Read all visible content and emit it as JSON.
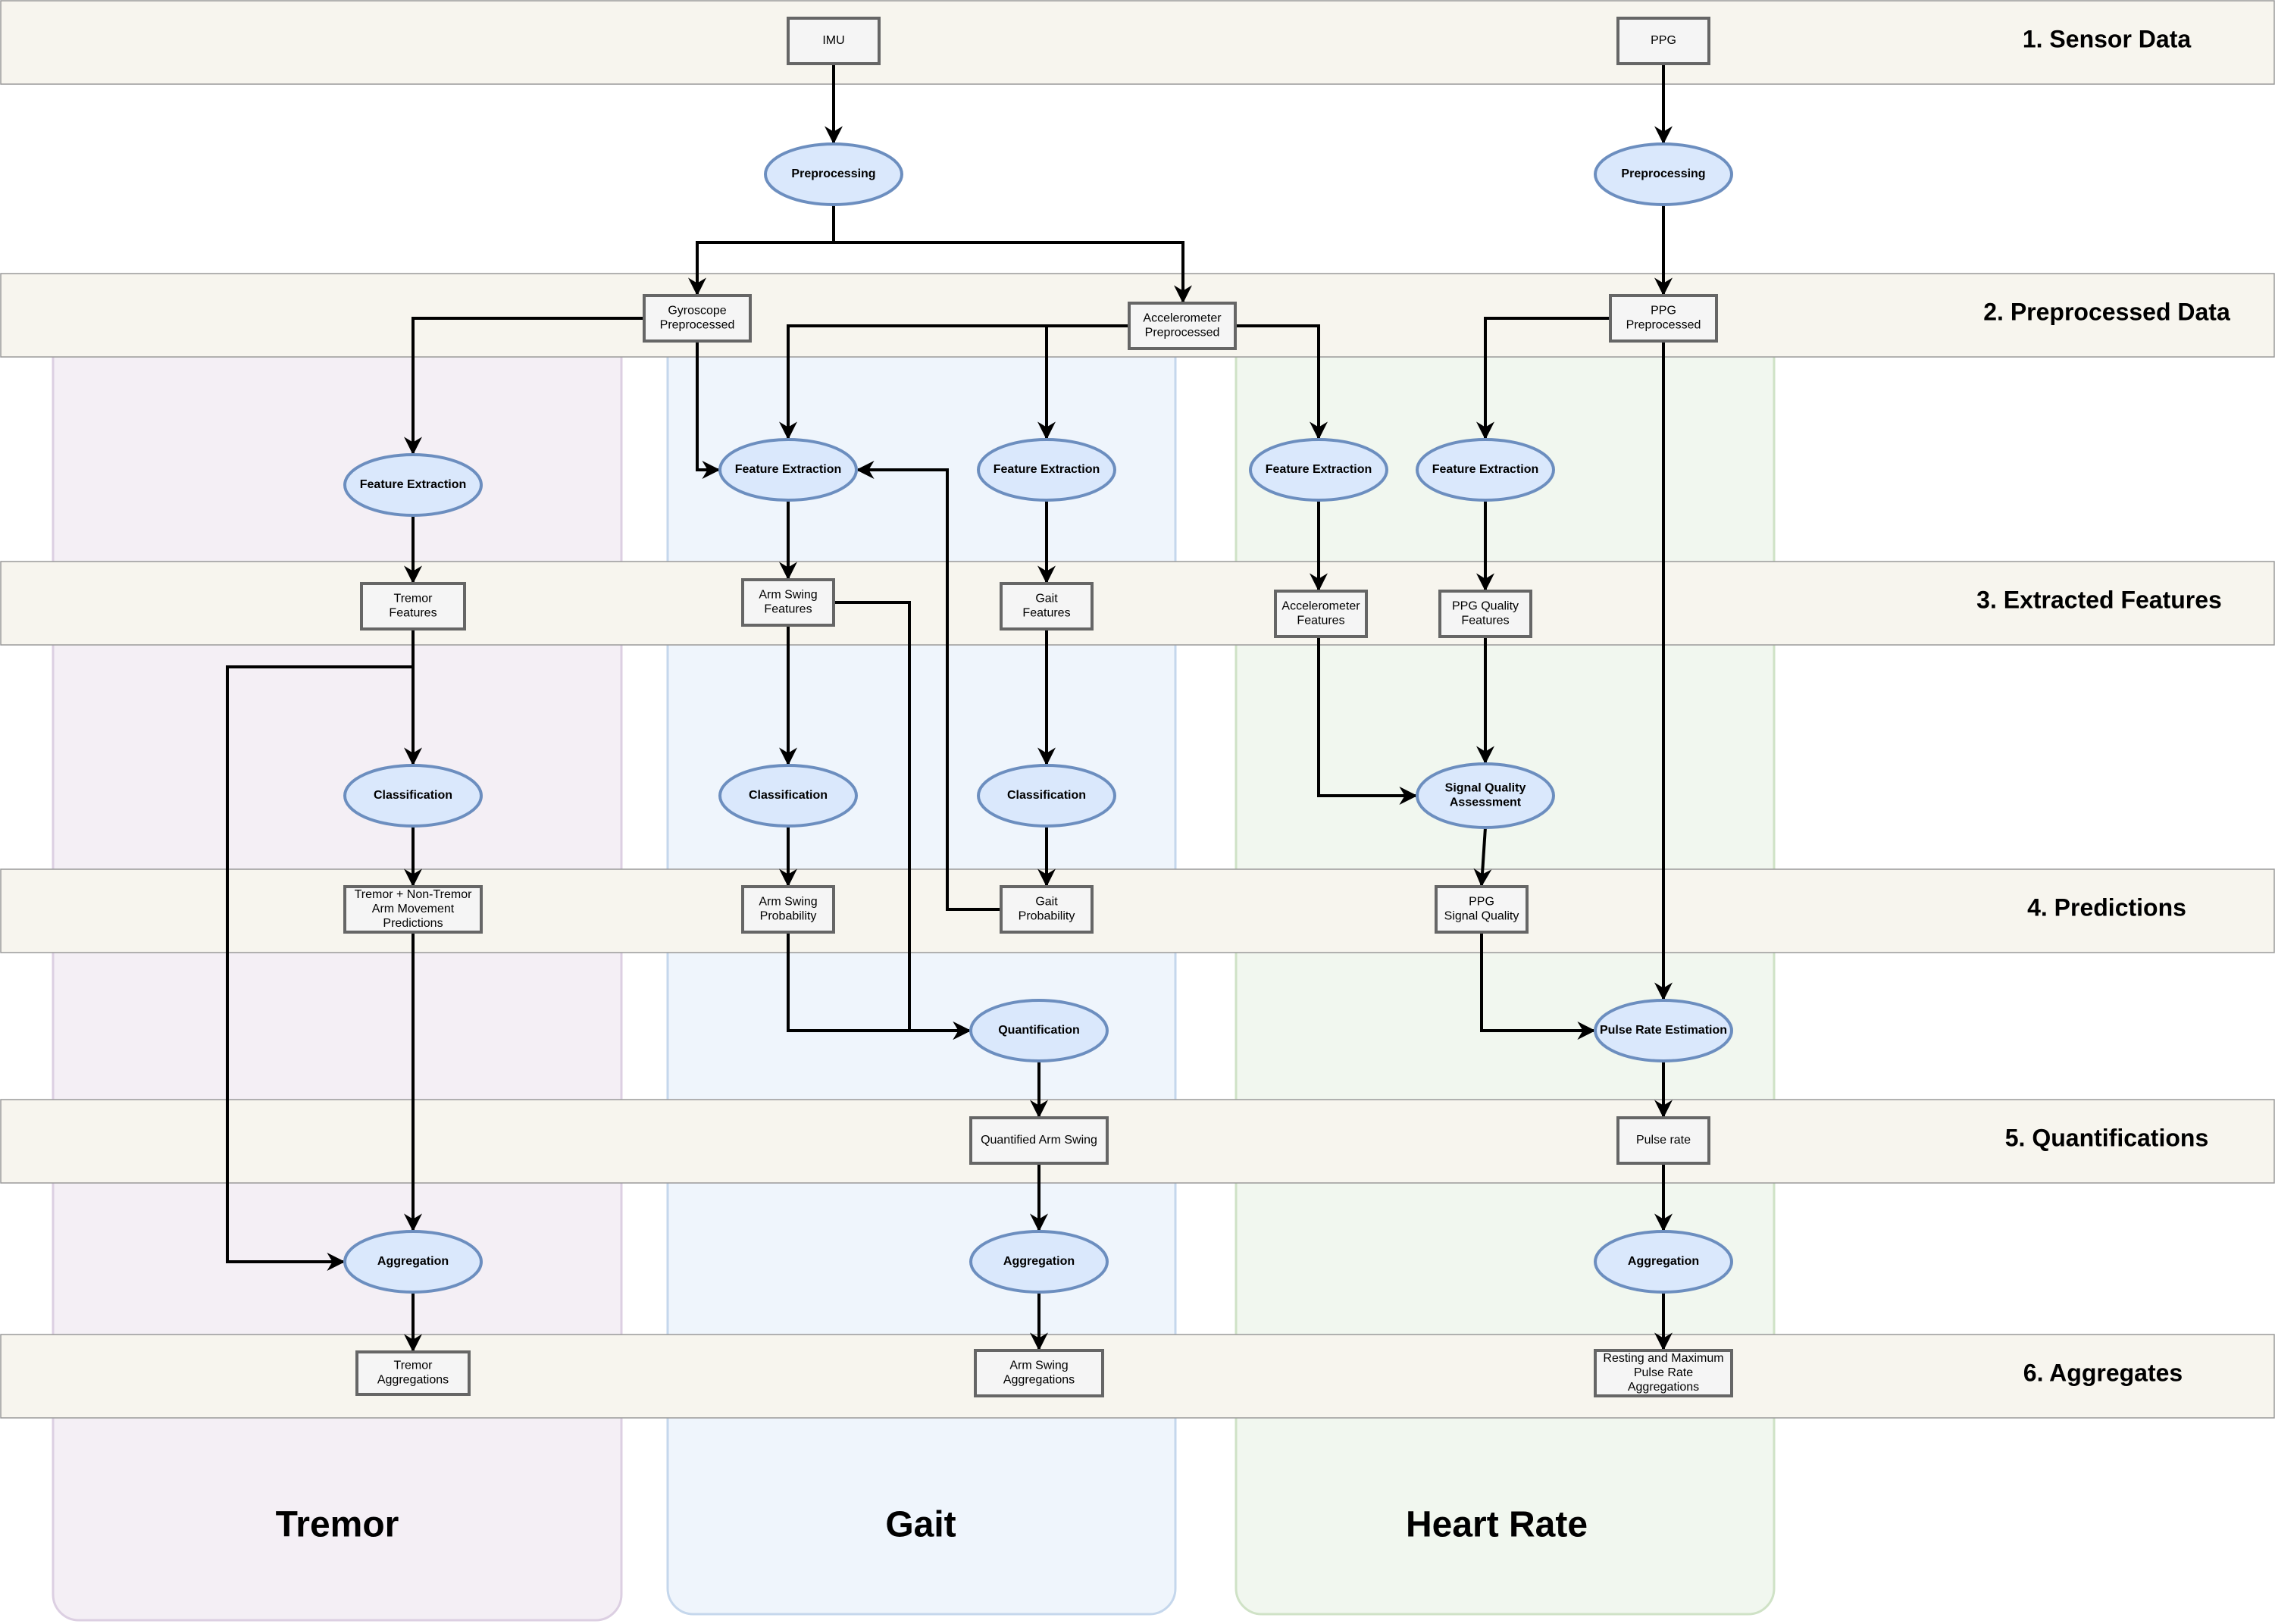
{
  "colors": {
    "tremor_fill": "#f4eff5",
    "tremor_stroke": "#dccfe2",
    "gait_fill": "#eff5fc",
    "gait_stroke": "#c5d7ec",
    "heart_fill": "#f1f7ef",
    "heart_stroke": "#cfe2c6",
    "band_fill": "#f7f5ee",
    "band_stroke": "#9a9a9a",
    "box_fill": "#f5f5f5",
    "box_stroke": "#666666",
    "ellipse_fill": "#dae8fc",
    "ellipse_stroke": "#6c8ebf",
    "edge": "#000000"
  },
  "columns": [
    {
      "id": "tremor",
      "label": "Tremor"
    },
    {
      "id": "gait",
      "label": "Gait"
    },
    {
      "id": "heart",
      "label": "Heart Rate"
    }
  ],
  "bands": [
    {
      "id": "sensor",
      "label": "1. Sensor Data"
    },
    {
      "id": "preprocessed",
      "label": "2. Preprocessed Data"
    },
    {
      "id": "features",
      "label": "3. Extracted Features"
    },
    {
      "id": "predictions",
      "label": "4. Predictions"
    },
    {
      "id": "quantifications",
      "label": "5. Quantifications"
    },
    {
      "id": "aggregates",
      "label": "6. Aggregates"
    }
  ],
  "nodes": [
    {
      "id": "imu",
      "shape": "box",
      "lines": [
        "IMU"
      ]
    },
    {
      "id": "ppg",
      "shape": "box",
      "lines": [
        "PPG"
      ]
    },
    {
      "id": "prep_imu",
      "shape": "ellipse",
      "lines": [
        "Preprocessing"
      ]
    },
    {
      "id": "prep_ppg",
      "shape": "ellipse",
      "lines": [
        "Preprocessing"
      ]
    },
    {
      "id": "gyro_prep",
      "shape": "box",
      "lines": [
        "Gyroscope",
        "Preprocessed"
      ]
    },
    {
      "id": "acc_prep",
      "shape": "box",
      "lines": [
        "Accelerometer",
        "Preprocessed"
      ]
    },
    {
      "id": "ppg_prep",
      "shape": "box",
      "lines": [
        "PPG",
        "Preprocessed"
      ]
    },
    {
      "id": "fe_tremor",
      "shape": "ellipse",
      "lines": [
        "Feature Extraction"
      ]
    },
    {
      "id": "fe_armswing",
      "shape": "ellipse",
      "lines": [
        "Feature Extraction"
      ]
    },
    {
      "id": "fe_gait",
      "shape": "ellipse",
      "lines": [
        "Feature Extraction"
      ]
    },
    {
      "id": "fe_acc",
      "shape": "ellipse",
      "lines": [
        "Feature Extraction"
      ]
    },
    {
      "id": "fe_ppg",
      "shape": "ellipse",
      "lines": [
        "Feature Extraction"
      ]
    },
    {
      "id": "tremor_feat",
      "shape": "box",
      "lines": [
        "Tremor",
        "Features"
      ]
    },
    {
      "id": "armswing_feat",
      "shape": "box",
      "lines": [
        "Arm Swing",
        "Features"
      ]
    },
    {
      "id": "gait_feat",
      "shape": "box",
      "lines": [
        "Gait",
        "Features"
      ]
    },
    {
      "id": "acc_feat",
      "shape": "box",
      "lines": [
        "Accelerometer",
        "Features"
      ]
    },
    {
      "id": "ppgq_feat",
      "shape": "box",
      "lines": [
        "PPG Quality",
        "Features"
      ]
    },
    {
      "id": "cls_tremor",
      "shape": "ellipse",
      "lines": [
        "Classification"
      ]
    },
    {
      "id": "cls_armswing",
      "shape": "ellipse",
      "lines": [
        "Classification"
      ]
    },
    {
      "id": "cls_gait",
      "shape": "ellipse",
      "lines": [
        "Classification"
      ]
    },
    {
      "id": "sqa",
      "shape": "ellipse",
      "lines": [
        "Signal Quality",
        "Assessment"
      ]
    },
    {
      "id": "tremor_pred",
      "shape": "box",
      "lines": [
        "Tremor + Non-Tremor",
        "Arm Movement",
        "Predictions"
      ]
    },
    {
      "id": "armswing_prob",
      "shape": "box",
      "lines": [
        "Arm Swing",
        "Probability"
      ]
    },
    {
      "id": "gait_prob",
      "shape": "box",
      "lines": [
        "Gait",
        "Probability"
      ]
    },
    {
      "id": "ppg_sq",
      "shape": "box",
      "lines": [
        "PPG",
        "Signal Quality"
      ]
    },
    {
      "id": "quant",
      "shape": "ellipse",
      "lines": [
        "Quantification"
      ]
    },
    {
      "id": "pre",
      "shape": "ellipse",
      "lines": [
        "Pulse Rate Estimation"
      ]
    },
    {
      "id": "quant_arm",
      "shape": "box",
      "lines": [
        "Quantified Arm Swing"
      ]
    },
    {
      "id": "pulse",
      "shape": "box",
      "lines": [
        "Pulse rate"
      ]
    },
    {
      "id": "agg_tremor",
      "shape": "ellipse",
      "lines": [
        "Aggregation"
      ]
    },
    {
      "id": "agg_gait",
      "shape": "ellipse",
      "lines": [
        "Aggregation"
      ]
    },
    {
      "id": "agg_hr",
      "shape": "ellipse",
      "lines": [
        "Aggregation"
      ]
    },
    {
      "id": "tremor_agg",
      "shape": "box",
      "lines": [
        "Tremor",
        "Aggregations"
      ]
    },
    {
      "id": "armswing_agg",
      "shape": "box",
      "lines": [
        "Arm Swing",
        "Aggregations"
      ]
    },
    {
      "id": "hr_agg",
      "shape": "box",
      "lines": [
        "Resting and Maximum",
        "Pulse Rate",
        "Aggregations"
      ]
    }
  ],
  "edges": [
    {
      "from": "imu",
      "to": "prep_imu"
    },
    {
      "from": "ppg",
      "to": "prep_ppg"
    },
    {
      "from": "prep_imu",
      "to": "gyro_prep"
    },
    {
      "from": "prep_imu",
      "to": "acc_prep"
    },
    {
      "from": "prep_ppg",
      "to": "ppg_prep"
    },
    {
      "from": "gyro_prep",
      "to": "fe_tremor"
    },
    {
      "from": "gyro_prep",
      "to": "fe_armswing"
    },
    {
      "from": "acc_prep",
      "to": "fe_armswing"
    },
    {
      "from": "acc_prep",
      "to": "fe_gait"
    },
    {
      "from": "acc_prep",
      "to": "fe_acc"
    },
    {
      "from": "ppg_prep",
      "to": "fe_ppg"
    },
    {
      "from": "ppg_prep",
      "to": "pre"
    },
    {
      "from": "fe_tremor",
      "to": "tremor_feat"
    },
    {
      "from": "fe_armswing",
      "to": "armswing_feat"
    },
    {
      "from": "fe_gait",
      "to": "gait_feat"
    },
    {
      "from": "fe_acc",
      "to": "acc_feat"
    },
    {
      "from": "fe_ppg",
      "to": "ppgq_feat"
    },
    {
      "from": "tremor_feat",
      "to": "cls_tremor"
    },
    {
      "from": "tremor_feat",
      "to": "agg_tremor"
    },
    {
      "from": "armswing_feat",
      "to": "cls_armswing"
    },
    {
      "from": "armswing_feat",
      "to": "quant"
    },
    {
      "from": "gait_feat",
      "to": "cls_gait"
    },
    {
      "from": "acc_feat",
      "to": "sqa"
    },
    {
      "from": "ppgq_feat",
      "to": "sqa"
    },
    {
      "from": "cls_tremor",
      "to": "tremor_pred"
    },
    {
      "from": "cls_armswing",
      "to": "armswing_prob"
    },
    {
      "from": "cls_gait",
      "to": "gait_prob"
    },
    {
      "from": "gait_prob",
      "to": "fe_armswing"
    },
    {
      "from": "sqa",
      "to": "ppg_sq"
    },
    {
      "from": "armswing_prob",
      "to": "quant"
    },
    {
      "from": "ppg_sq",
      "to": "pre"
    },
    {
      "from": "tremor_pred",
      "to": "agg_tremor"
    },
    {
      "from": "quant",
      "to": "quant_arm"
    },
    {
      "from": "pre",
      "to": "pulse"
    },
    {
      "from": "quant_arm",
      "to": "agg_gait"
    },
    {
      "from": "pulse",
      "to": "agg_hr"
    },
    {
      "from": "agg_tremor",
      "to": "tremor_agg"
    },
    {
      "from": "agg_gait",
      "to": "armswing_agg"
    },
    {
      "from": "agg_hr",
      "to": "hr_agg"
    }
  ]
}
